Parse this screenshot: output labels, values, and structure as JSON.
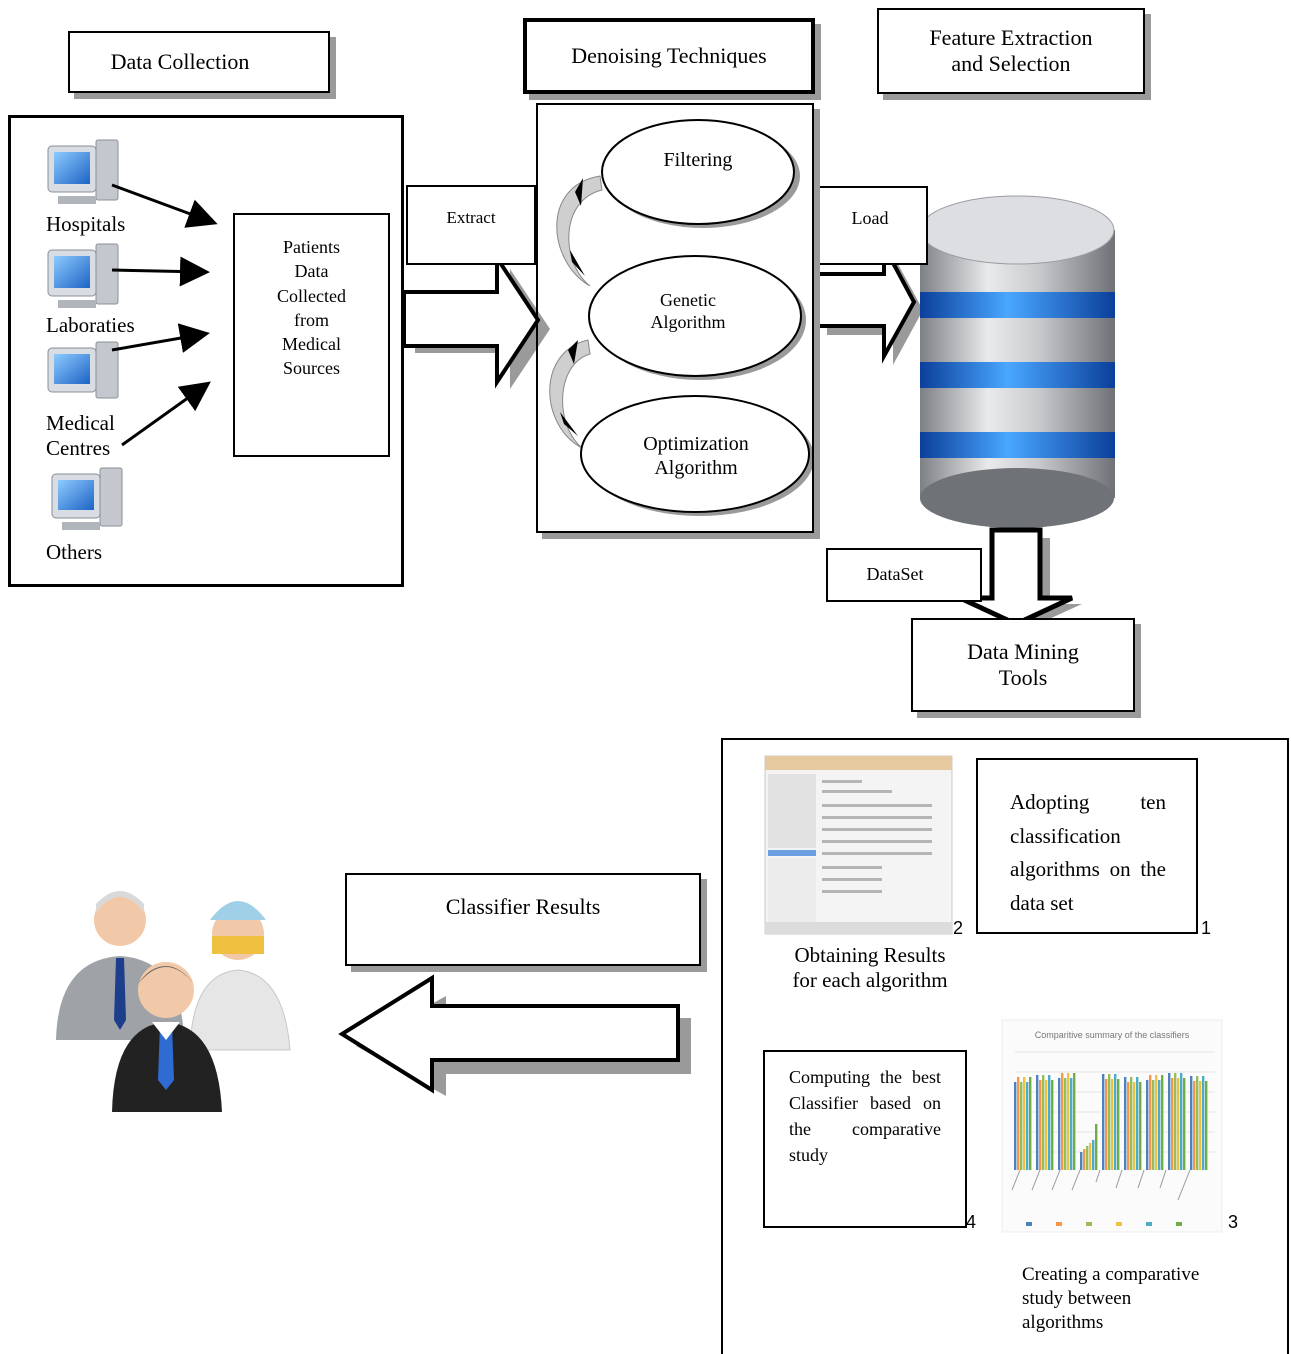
{
  "stages": {
    "data_collection": "Data Collection",
    "denoising": "Denoising Techniques",
    "feature_extraction": "Feature Extraction\nand Selection"
  },
  "sources": [
    "Hospitals",
    "Laboraties",
    "Medical\nCentres",
    "Others"
  ],
  "patients_box": "Patients\nData\nCollected\nfrom\nMedical\nSources",
  "etl": {
    "extract": "Extract",
    "load": "Load",
    "dataset": "DataSet"
  },
  "denoise_methods": [
    "Filtering",
    "Genetic\nAlgorithm",
    "Optimization\nAlgorithm"
  ],
  "mining": "Data Mining\nTools",
  "classifier_results": "Classifier Results",
  "steps": {
    "step1": "Adopting ten classification algorithms on the data set",
    "step1_num": "1",
    "step2_num": "2",
    "step2_caption": "Obtaining Results\nfor each algorithm",
    "step3_num": "3",
    "step3_caption": "Creating a comparative\nstudy between\nalgorithms",
    "step4": "Computing the best Classifier based on the comparative study",
    "step4_num": "4"
  },
  "thumbnail_chart_title": "Comparitive summary of the classifiers",
  "colors": {
    "db_silver": "#b9bcc0",
    "db_blue": "#2a7df0",
    "monitor_blue": "#3f8fe0",
    "shadow": "#9a9a9a"
  }
}
